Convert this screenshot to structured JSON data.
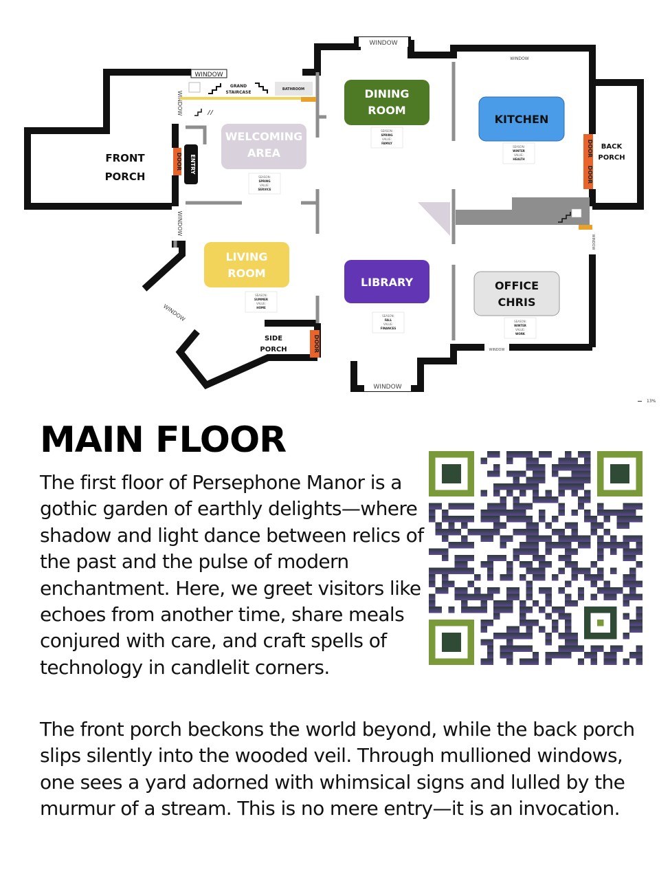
{
  "floorplan": {
    "labels": {
      "window": "WINDOW",
      "door": "DOOR",
      "entry": "ENTRY",
      "grand_staircase_1": "GRAND",
      "grand_staircase_2": "STAIRCASE",
      "bathroom": "BATHROOM",
      "front_porch_1": "FRONT",
      "front_porch_2": "PORCH",
      "back_porch_1": "BACK",
      "back_porch_2": "PORCH",
      "side_porch_1": "SIDE",
      "side_porch_2": "PORCH"
    },
    "rooms": [
      {
        "line1": "WELCOMING",
        "line2": "AREA",
        "card": [
          "SEASON:",
          "SPRING",
          "VALUE:",
          "SERVICE"
        ],
        "color": "#D9D2DD"
      },
      {
        "line1": "DINING",
        "line2": "ROOM",
        "card": [
          "SEASON:",
          "SPRING",
          "VALUE:",
          "FAMILY"
        ],
        "color": "#4E7A26"
      },
      {
        "line1": "KITCHEN",
        "line2": "",
        "card": [
          "SEASON:",
          "WINTER",
          "VALUE:",
          "HEALTH"
        ],
        "color": "#4A9BE8"
      },
      {
        "line1": "LIVING",
        "line2": "ROOM",
        "card": [
          "SEASON:",
          "SUMMER",
          "VALUE:",
          "HOME"
        ],
        "color": "#F2D45A"
      },
      {
        "line1": "LIBRARY",
        "line2": "",
        "card": [
          "SEASON:",
          "FALL",
          "VALUE:",
          "FINANCES"
        ],
        "color": "#6235B5"
      },
      {
        "line1": "OFFICE",
        "line2": "CHRIS",
        "card": [
          "SEASON:",
          "WINTER",
          "VALUE:",
          "WORK"
        ],
        "color": "#E4E4E4"
      }
    ],
    "zoom": "13%"
  },
  "content": {
    "title": "MAIN FLOOR",
    "paragraph1": "The first floor of Persephone Manor is a gothic garden of earthly delights—where shadow and light dance between relics of the past and the pulse of modern enchantment. Here, we greet visitors like echoes from another time, share meals conjured with care, and craft spells of technology in candlelit corners.",
    "paragraph2": "The front porch beckons the world beyond, while the back porch slips silently into the wooded veil. Through mullioned windows, one sees a yard adorned with whimsical signs and lulled by the murmur of a stream. This is no mere entry—it is an invocation."
  },
  "qr": {
    "finder_color": "#7A9A3A",
    "finder_center": "#2F4A35",
    "module_top": "#2E3A3A",
    "module_bottom": "#5A4A8E"
  }
}
